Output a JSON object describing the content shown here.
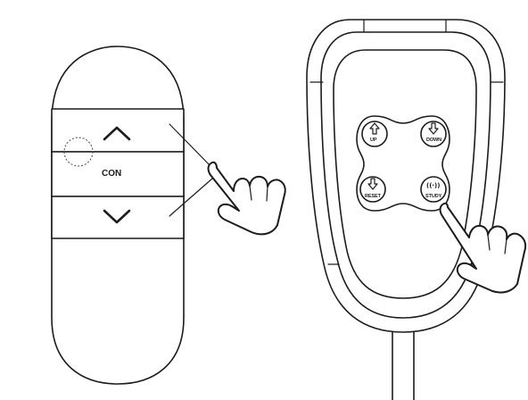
{
  "left_remote": {
    "center_label": "CON"
  },
  "right_remote": {
    "keys": {
      "up": "UP",
      "down": "DOWN",
      "reset": "RESET",
      "study": "STUDY"
    }
  }
}
